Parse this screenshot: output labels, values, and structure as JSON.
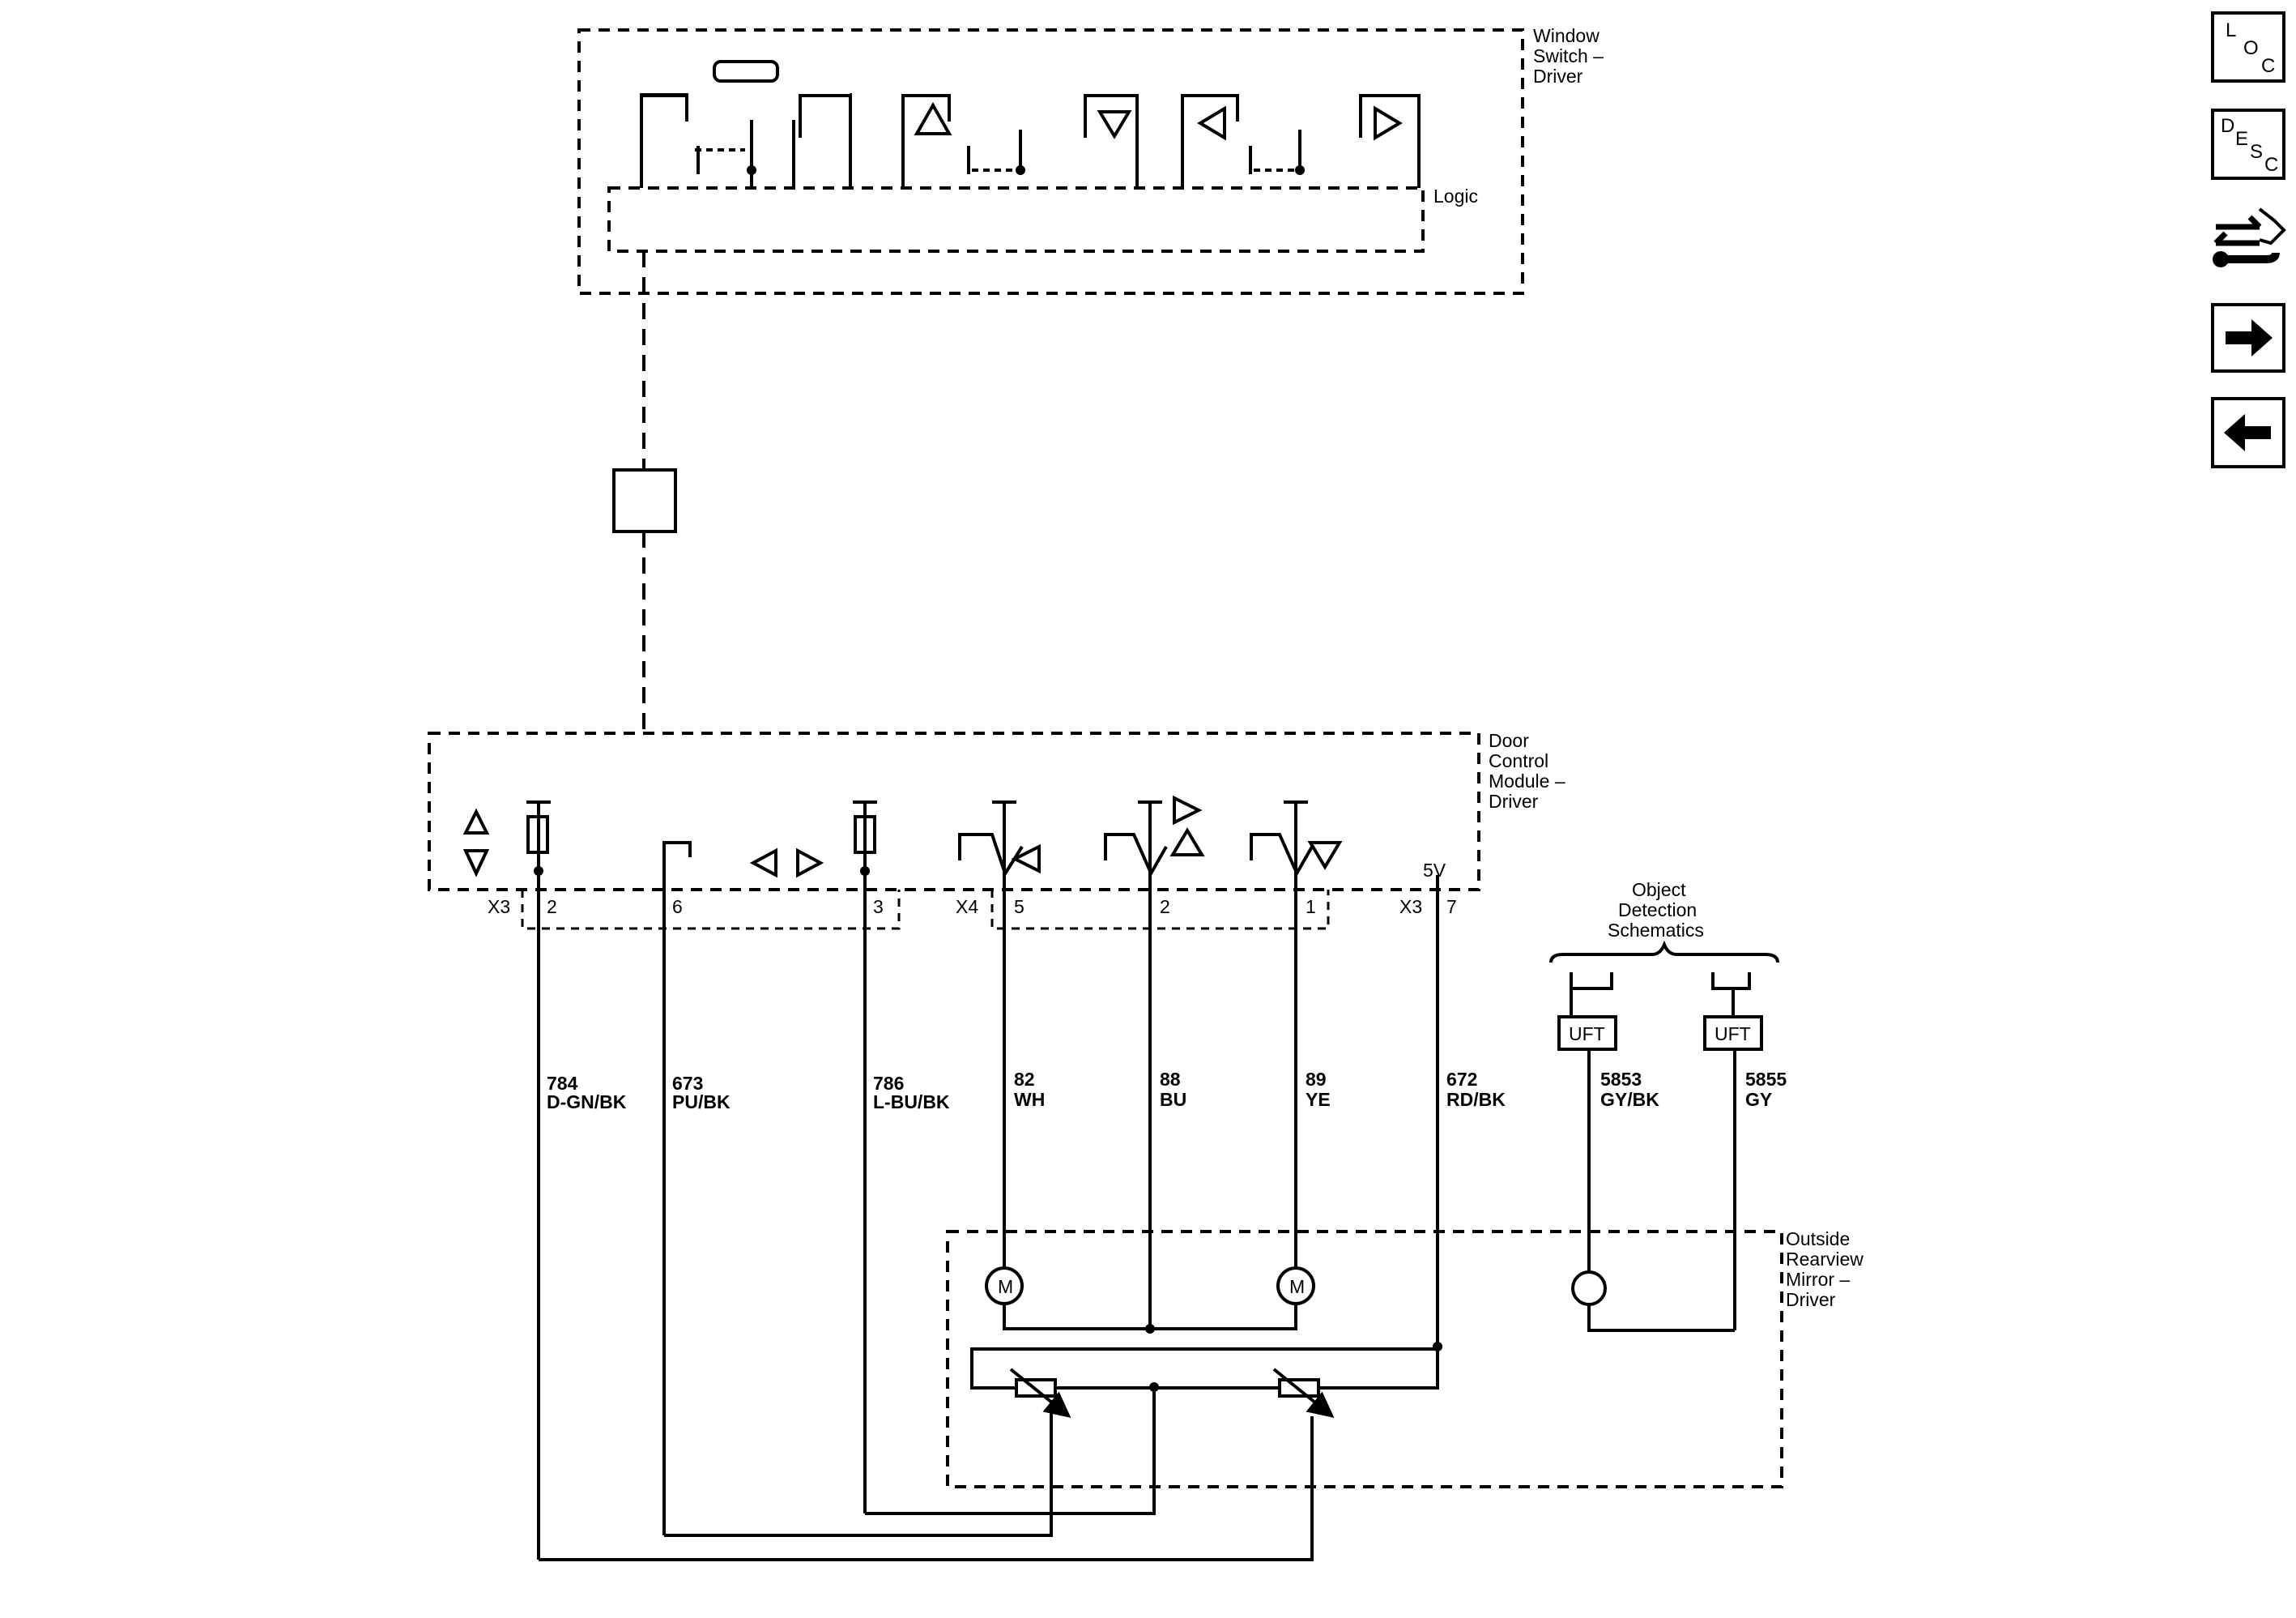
{
  "components": {
    "window_switch": [
      "Window",
      "Switch –",
      "Driver"
    ],
    "logic": "Logic",
    "door_module": [
      "Door",
      "Control",
      "Module –",
      "Driver"
    ],
    "mirror": [
      "Outside",
      "Rearview",
      "Mirror –",
      "Driver"
    ],
    "object_detection": [
      "Object",
      "Detection",
      "Schematics"
    ],
    "uft": "UFT",
    "five_v": "5V",
    "motor": "M"
  },
  "connectors": {
    "x3_left": "X3",
    "x4": "X4",
    "x3_right": "X3",
    "pins": [
      "2",
      "6",
      "3",
      "5",
      "2",
      "1",
      "7"
    ]
  },
  "wires": [
    {
      "circuit": "784",
      "color": "D-GN/BK"
    },
    {
      "circuit": "673",
      "color": "PU/BK"
    },
    {
      "circuit": "786",
      "color": "L-BU/BK"
    },
    {
      "circuit": "82",
      "color": "WH"
    },
    {
      "circuit": "88",
      "color": "BU"
    },
    {
      "circuit": "89",
      "color": "YE"
    },
    {
      "circuit": "672",
      "color": "RD/BK"
    },
    {
      "circuit": "5853",
      "color": "GY/BK"
    },
    {
      "circuit": "5855",
      "color": "GY"
    }
  ],
  "nav": {
    "loc": [
      "L",
      "O",
      "C"
    ],
    "desc": [
      "D",
      "E",
      "S",
      "C"
    ],
    "icons": [
      "wrench-arrows-icon",
      "arrow-right-icon",
      "arrow-left-icon"
    ]
  }
}
